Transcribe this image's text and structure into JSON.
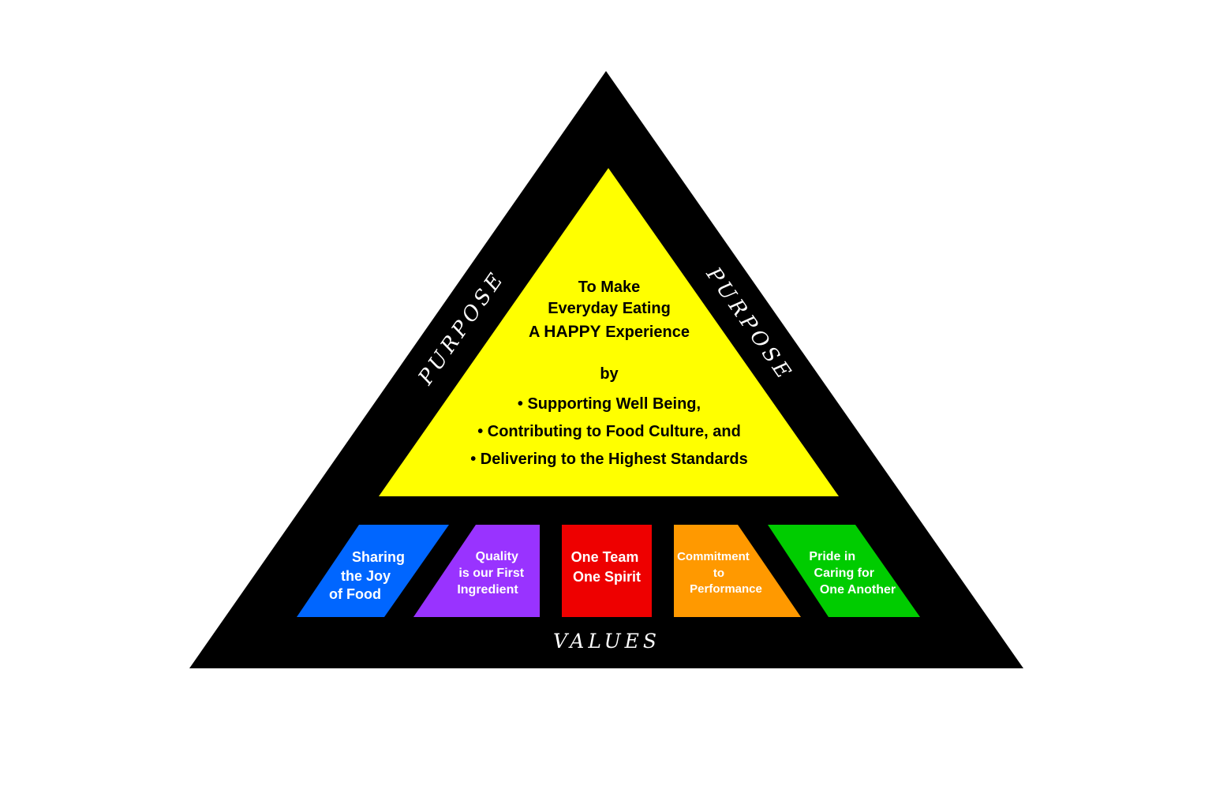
{
  "purpose": {
    "left_label": "PURPOSE",
    "right_label": "PURPOSE",
    "lines": [
      "To Make",
      "Everyday Eating"
    ],
    "line3_prefix": "A ",
    "line3_emphasis": "HAPPY",
    "line3_suffix": " Experience",
    "by": "by",
    "bullets": [
      "• Supporting Well Being,",
      "• Contributing to Food Culture, and",
      "• Delivering to the Highest Standards"
    ]
  },
  "values": {
    "label": "VALUES",
    "items": [
      {
        "lines": [
          "Sharing",
          "the Joy",
          "of Food"
        ],
        "color": "#0066ff"
      },
      {
        "lines": [
          "Quality",
          "is our First",
          "Ingredient"
        ],
        "color": "#9933ff"
      },
      {
        "lines": [
          "One Team",
          "One Spirit"
        ],
        "color": "#ee0000"
      },
      {
        "lines": [
          "Commitment",
          "to",
          "Performance"
        ],
        "color": "#ff9900"
      },
      {
        "lines": [
          "Pride in",
          "Caring for",
          "One Another"
        ],
        "color": "#00cc00"
      }
    ]
  },
  "colors": {
    "outer_triangle": "#000000",
    "inner_triangle": "#ffff00",
    "label_text": "#ffffff",
    "purpose_text": "#000000"
  }
}
